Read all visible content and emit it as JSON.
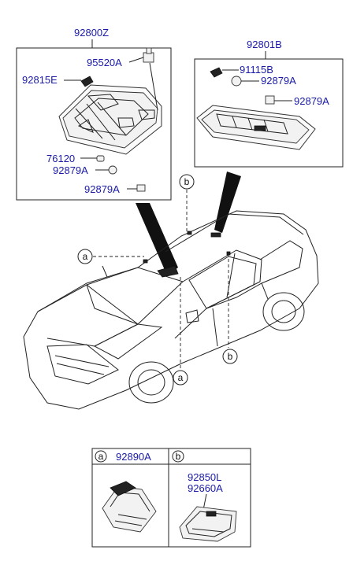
{
  "left_assembly": {
    "title": "92800Z",
    "parts": [
      "95520A",
      "92815E",
      "76120",
      "92879A",
      "92879A"
    ]
  },
  "right_assembly": {
    "title": "92801B",
    "parts": [
      "91115B",
      "92879A",
      "92879A"
    ]
  },
  "callouts": {
    "a": "a",
    "b": "b"
  },
  "legend": {
    "a_letter": "a",
    "a_part": "92890A",
    "b_letter": "b",
    "b_parts": [
      "92850L",
      "92660A"
    ]
  }
}
